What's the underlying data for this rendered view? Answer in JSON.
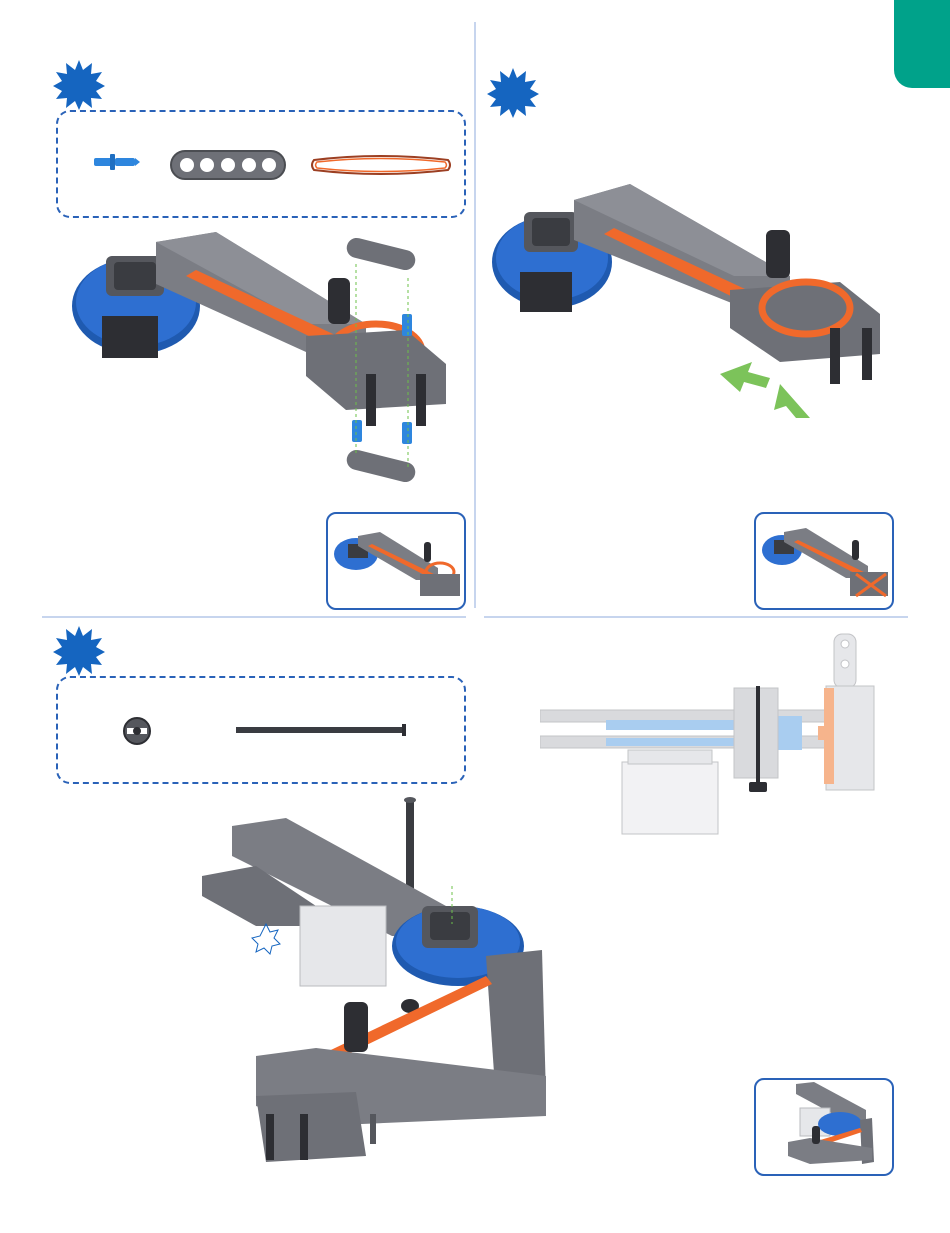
{
  "colors": {
    "accent_blue": "#1565c0",
    "frame_blue": "#2a62b8",
    "tab_teal": "#00a28a",
    "beam_gray": "#6e7077",
    "gear_blue": "#2e6fd1",
    "band_orange": "#f0692b",
    "pin_blue": "#2e86de",
    "ghost_gray": "#d9dadd",
    "ghost_blue": "#a9cdf0",
    "ghost_orange": "#f6b48c"
  },
  "steps": [
    {
      "id": "step-1",
      "parts": [
        "connector-pin-icon",
        "beam-1x5-icon",
        "rubber-band-icon"
      ],
      "has_thumbnail": true
    },
    {
      "id": "step-2",
      "parts": [],
      "has_thumbnail": true
    },
    {
      "id": "step-3",
      "parts": [
        "lock-nut-icon",
        "axle-long-icon"
      ],
      "has_thumbnail": true
    },
    {
      "id": "step-4",
      "parts": [],
      "has_thumbnail": true
    }
  ]
}
